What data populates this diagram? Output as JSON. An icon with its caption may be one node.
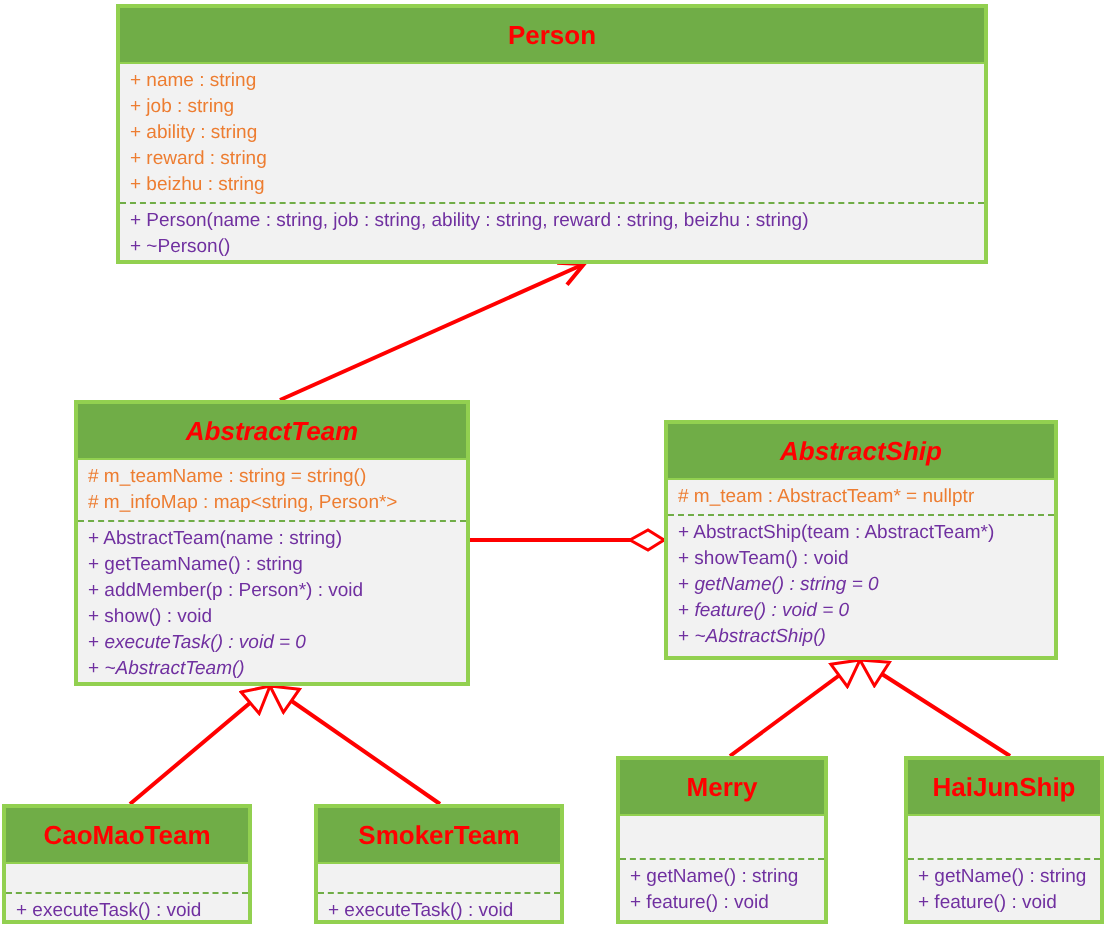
{
  "diagram": {
    "nodes": [
      {
        "text": [
          "Person"
        ]
      },
      {
        "text": [
          "+ name : string",
          "+ job : string",
          "+ ability : string",
          "+ reward : string",
          "+ beizhu : string"
        ],
        "in": 0
      },
      {
        "text": [
          "+ Person(name : string, job : string, ability : string, reward : string, beizhu : string)",
          "+ ~Person()"
        ],
        "in": 0
      },
      {
        "text": [
          "*AbstractTeam*"
        ]
      },
      {
        "text": [
          "# m_teamName : string = string()",
          "# m_infoMap : map<string, Person*>"
        ],
        "in": 3
      },
      {
        "text": [
          "+ AbstractTeam(name : string)",
          "+ getTeamName() : string",
          "+ addMember(p : Person*) : void",
          "+ show() : void",
          "+ *executeTask() : void = 0*",
          "+ *~AbstractTeam()*"
        ],
        "in": 3
      },
      {
        "text": [
          "*AbstractShip*"
        ]
      },
      {
        "text": [
          "# m_team : AbstractTeam* = nullptr"
        ],
        "in": 6
      },
      {
        "text": [
          "+ AbstractShip(team : AbstractTeam*)",
          "+ showTeam() : void",
          "+ *getName() : string = 0*",
          "+ *feature() : void = 0*",
          "+ *~AbstractShip()*"
        ],
        "in": 6
      },
      {
        "text": [
          "CaoMaoTeam"
        ]
      },
      {
        "text": [
          "+ executeTask() : void"
        ],
        "in": 9
      },
      {
        "text": [
          "SmokerTeam"
        ]
      },
      {
        "text": [
          "+ executeTask() : void"
        ],
        "in": 11
      },
      {
        "text": [
          "Merry"
        ]
      },
      {
        "text": [
          "+ getName() : string",
          "+ feature() : void"
        ],
        "in": 13
      },
      {
        "text": [
          "HaiJunShip"
        ]
      },
      {
        "text": [
          "+ getName() : string",
          "+ feature() : void"
        ],
        "in": 15
      }
    ],
    "edges": [
      {
        "from": 3,
        "to": 0,
        "arrow": "to"
      },
      {
        "from": 9,
        "to": 3,
        "arrow": "to"
      },
      {
        "from": 11,
        "to": 3,
        "arrow": "to"
      },
      {
        "from": 6,
        "to": 3,
        "arrow": "other"
      },
      {
        "from": 13,
        "to": 6,
        "arrow": "to"
      },
      {
        "from": 15,
        "to": 6,
        "arrow": "to"
      }
    ]
  }
}
